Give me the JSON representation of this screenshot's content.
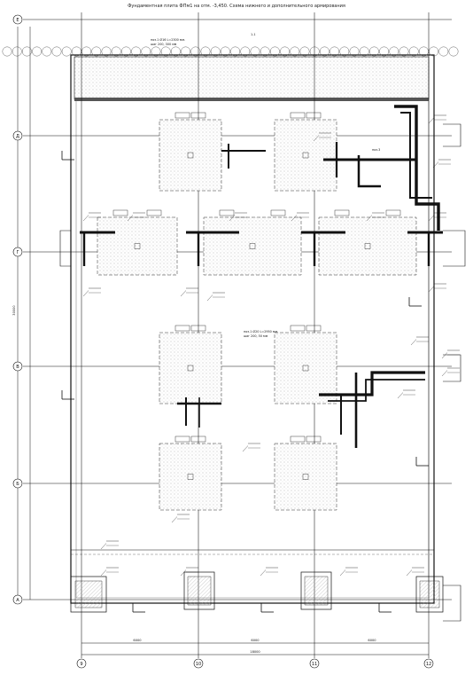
{
  "sheet": {
    "title": "Фундаментная плита ФПм1 на отм. -3,450. Схема нижнего и дополнительного армирования"
  },
  "grid_axes": {
    "rows": [
      "Е",
      "Д",
      "Г",
      "В",
      "Б",
      "А"
    ],
    "columns": [
      "9",
      "10",
      "11",
      "12"
    ]
  },
  "dimensions": {
    "bottom_spans": [
      "6000",
      "6000",
      "6000"
    ],
    "bottom_total": "18000",
    "left_total": "30000"
  },
  "notes": {
    "top_label": "поз.1 Ø16 L=2300 мм.",
    "top_label_sub": "шаг 200, 300 мм",
    "bay_label": "поз.1 Ø20 L=2950 мм.",
    "bay_label_sub": "шаг 200, 50 мм",
    "rein_label": "поз.3",
    "section_mark": "1-1"
  },
  "colors": {
    "line": "#111111",
    "thin": "#555555",
    "hatch": "#b8b8b8",
    "fill": "#d9d9d9"
  }
}
